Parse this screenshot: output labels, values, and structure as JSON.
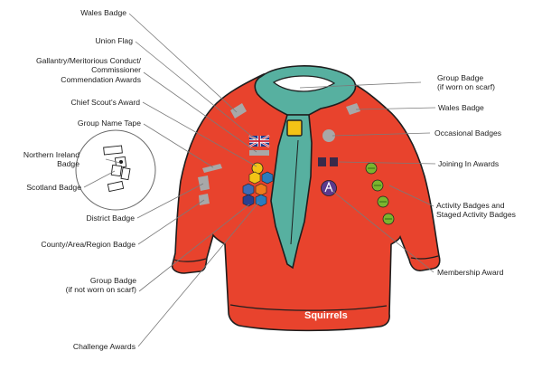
{
  "labels": {
    "wales_badge_left": "Wales Badge",
    "union_flag": "Union Flag",
    "gallantry": "Gallantry/Meritorious Conduct/\nCommissioner\nCommendation Awards",
    "chief_scout": "Chief Scout's Award",
    "group_name_tape": "Group Name Tape",
    "northern_ireland": "Northern Ireland\nBadge",
    "scotland": "Scotland Badge",
    "district": "District Badge",
    "county": "County/Area/Region Badge",
    "group_badge_left": "Group Badge\n(if not worn on scarf)",
    "challenge": "Challenge Awards",
    "group_badge_right": "Group Badge\n(if worn on scarf)",
    "wales_badge_right": "Wales Badge",
    "occasional": "Occasional Badges",
    "joining_in": "Joining In Awards",
    "activity": "Activity Badges and\nStaged Activity Badges",
    "membership": "Membership Award"
  },
  "brand": {
    "wordmark": "Squirrels"
  },
  "colors": {
    "jumper": "#e8432d",
    "jumper_outline": "#1e1e1e",
    "scarf": "#57b0a0",
    "woggle": "#f3c316",
    "patch_grey": "#a8a8a8",
    "leader_line": "#7a7a7a",
    "activity_green": "#7bb52e",
    "membership_purple": "#5b3a8c"
  }
}
